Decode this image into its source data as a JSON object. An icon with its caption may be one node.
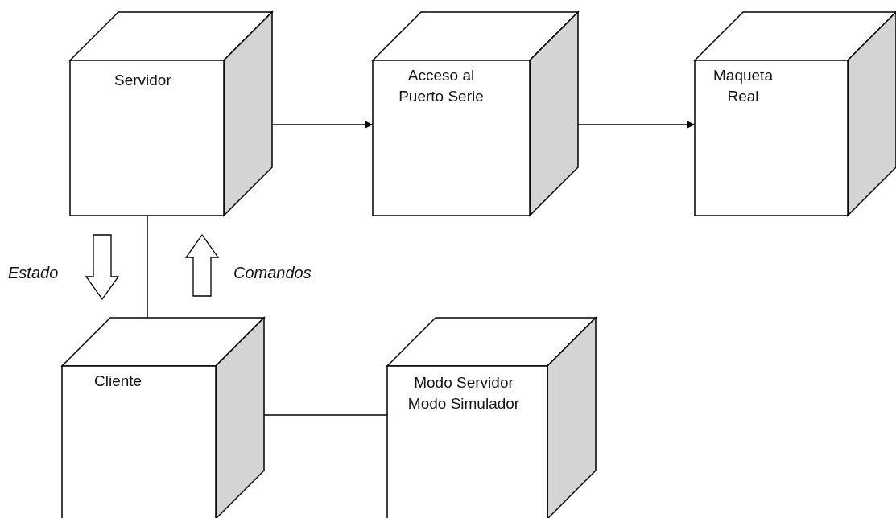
{
  "diagram": {
    "nodes": [
      {
        "text": [
          "Servidor"
        ]
      },
      {
        "text": [
          "Acceso al Puerto Serie"
        ]
      },
      {
        "text": [
          "Maqueta Real"
        ]
      },
      {
        "text": [
          "Cliente"
        ]
      },
      {
        "text": [
          "Modo Servidor Modo Simulador"
        ]
      }
    ],
    "edges": [
      {
        "from": 0,
        "to": 1,
        "arrow": "to"
      },
      {
        "from": 1,
        "to": 2,
        "arrow": "to"
      },
      {
        "from": 0,
        "to": 3,
        "arrow": "none"
      },
      {
        "from": 3,
        "to": 4,
        "arrow": "none"
      }
    ],
    "labels": [
      "Estado",
      "Comandos"
    ]
  }
}
